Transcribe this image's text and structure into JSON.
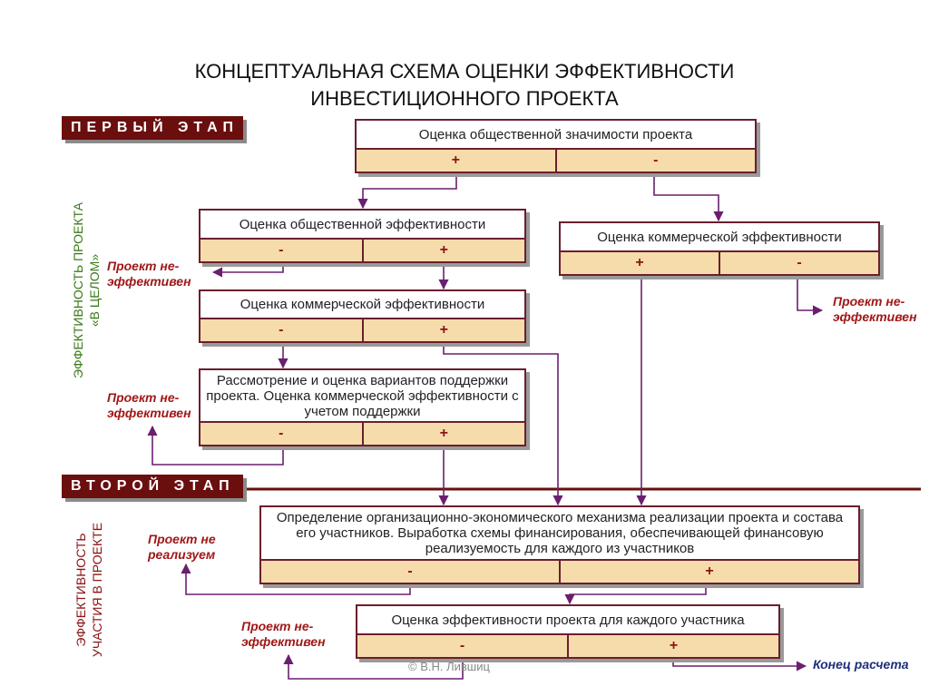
{
  "title": {
    "line1": "КОНЦЕПТУАЛЬНАЯ СХЕМА ОЦЕНКИ ЭФФЕКТИВНОСТИ",
    "line2": "ИНВЕСТИЦИОННОГО ПРОЕКТА"
  },
  "stages": {
    "first": "ПЕРВЫЙ ЭТАП",
    "second": "ВТОРОЙ ЭТАП"
  },
  "side_labels": {
    "whole_line1": "ЭФФЕКТИВНОСТЬ ПРОЕКТА",
    "whole_line2": "«В ЦЕЛОМ»",
    "participation_line1": "ЭФФЕКТИВНОСТЬ",
    "participation_line2": "УЧАСТИЯ В ПРОЕКТЕ"
  },
  "boxes": {
    "social_significance": {
      "text": "Оценка общественной значимости проекта",
      "left": "+",
      "right": "-"
    },
    "social_efficiency": {
      "text": "Оценка общественной эффективности",
      "left": "-",
      "right": "+"
    },
    "commercial_efficiency_right": {
      "text": "Оценка коммерческой эффективности",
      "left": "+",
      "right": "-"
    },
    "commercial_efficiency_left": {
      "text": "Оценка коммерческой эффективности",
      "left": "-",
      "right": "+"
    },
    "support_options": {
      "text": "Рассмотрение и оценка вариантов поддержки проекта. Оценка коммерческой эффективности с учетом поддержки",
      "left": "-",
      "right": "+"
    },
    "mechanism": {
      "text": "Определение организационно-экономического механизма реализации проекта и состава его участников. Выработка схемы финансирования, обеспечивающей финансовую реализуемость для каждого из участников",
      "left": "-",
      "right": "+"
    },
    "participants": {
      "text": "Оценка эффективности проекта для каждого участника",
      "left": "-",
      "right": "+"
    }
  },
  "notes": {
    "not_effective": "Проект не-\nэффективен",
    "not_feasible": "Проект не\nреализуем",
    "end": "Конец расчета"
  },
  "credit": "© В.Н. Лившиц",
  "colors": {
    "stage_bg": "#6b0e0e",
    "box_border": "#6b1e2e",
    "box_fill": "#f5dcaa",
    "arrow": "#6a1f6f",
    "note_red": "#a01818",
    "side_green": "#3b7a1a",
    "side_red": "#8b1414"
  }
}
